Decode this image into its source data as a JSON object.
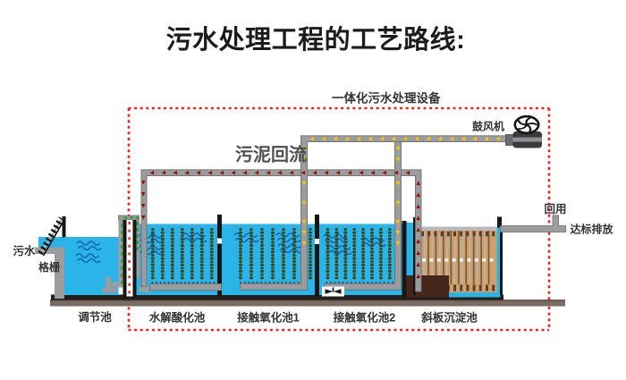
{
  "title": "污水处理工程的工艺路线:",
  "diagram": {
    "boundary_label": "一体化污水处理设备",
    "blower_label": "鼓风机",
    "sludge_return_label": "污泥回流",
    "influent_label": "污水",
    "screen_label": "格栅",
    "reuse_label": "回用",
    "discharge_label": "达标排放",
    "tanks": [
      {
        "label": "调节池"
      },
      {
        "label": "水解酸化池"
      },
      {
        "label": "接触氧化池1"
      },
      {
        "label": "接触氧化池2"
      },
      {
        "label": "斜板沉淀池"
      }
    ]
  },
  "colors": {
    "water": "#2bb4e8",
    "wave": "#1565b0",
    "pipe": "#9c9c9c",
    "pipe_outline": "#6f6f6f",
    "wall_black": "#161616",
    "floor_black": "#211d1a",
    "slab_brown": "#7b6b60",
    "boundary_red": "#e8231d",
    "air_arrow_yellow": "#f8c800",
    "sludge_arrow_red": "#8b150c",
    "flow_green": "#2f9e3f",
    "media_dot": "#3a4a1e",
    "plate_tan": "#cfa069",
    "plate_line": "#7b5a38",
    "plate_block": "#5a4028",
    "hopper_brown": "#46261a",
    "label_dark": "#333333"
  }
}
